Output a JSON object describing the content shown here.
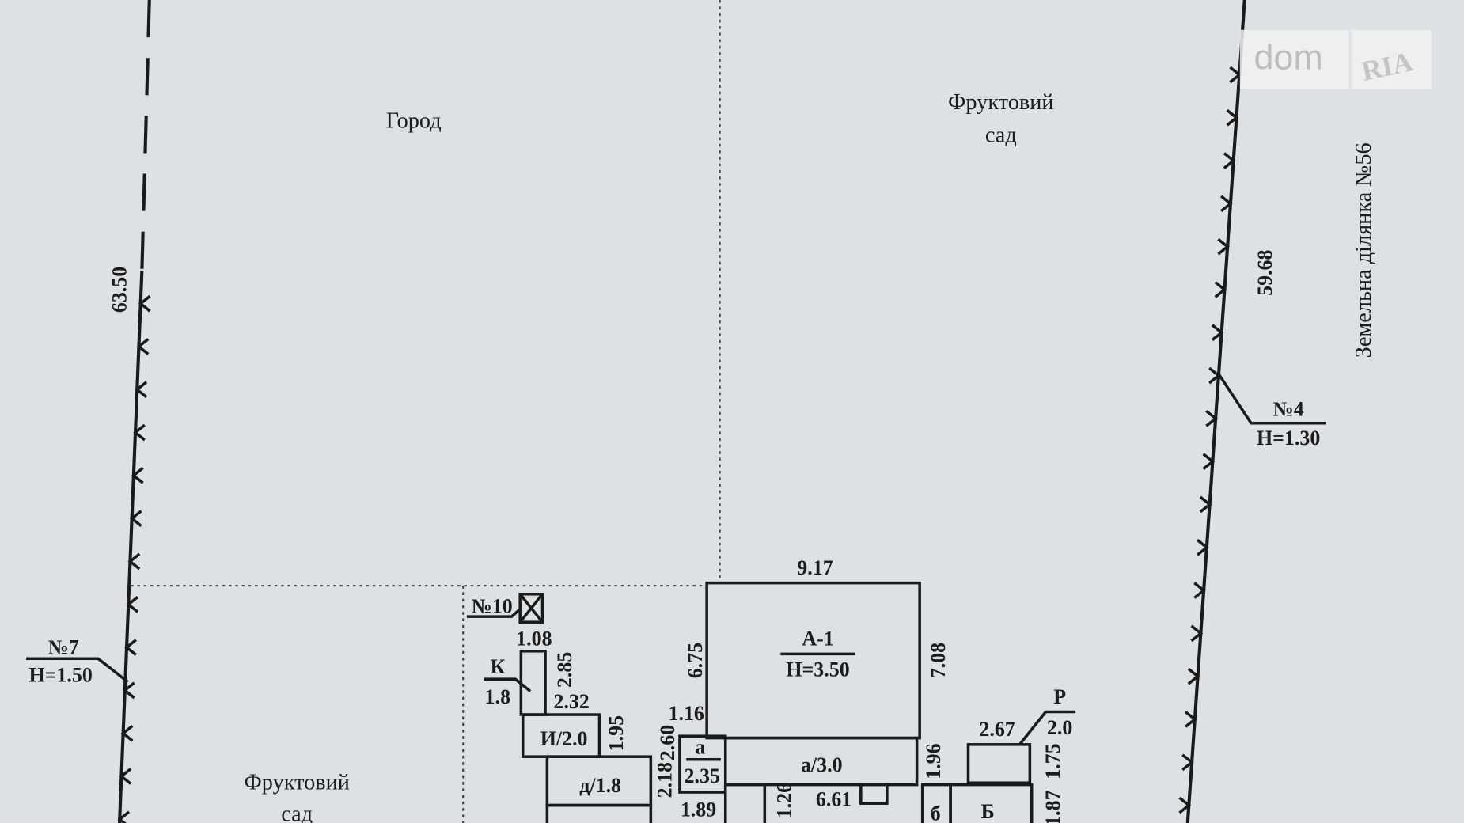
{
  "zones": {
    "garden_top_left": "Город",
    "orchard_top_line1": "Фруктовий",
    "orchard_top_line2": "сад",
    "orchard_bottom_line1": "Фруктовий",
    "orchard_bottom_line2": "сад"
  },
  "neighbor_plot": "Земельна ділянка №56",
  "boundaries": {
    "left_length": "63.50",
    "right_length": "59.68"
  },
  "markers": {
    "n4_label": "№4",
    "n4_height": "H=1.30",
    "n7_label": "№7",
    "n7_height": "H=1.50",
    "n10_label": "№10"
  },
  "buildings": {
    "a1": {
      "name": "А-1",
      "height": "H=3.50",
      "top": "9.17",
      "left": "6.75",
      "right": "7.08"
    },
    "a_ext": {
      "label": "а/3.0"
    },
    "a_small": {
      "label": "а",
      "value": "2.35",
      "top": "1.16",
      "side1": "2.60",
      "side2": "2.18"
    },
    "d": {
      "label": "д/1.8"
    },
    "i": {
      "label": "И/2.0",
      "side": "1.95"
    },
    "k": {
      "label": "К",
      "height": "1.8",
      "top": "1.08",
      "side": "2.85",
      "bottom": "2.32"
    },
    "b": {
      "label": "Б",
      "side": "1.87",
      "small": "б"
    },
    "r": {
      "label": "Р",
      "height": "2.0",
      "top": "2.67",
      "side": "1.75"
    },
    "misc": {
      "d196": "1.96",
      "d661": "6.61",
      "d126": "1.26",
      "d189": "1.89"
    }
  },
  "watermark": {
    "left": "dom",
    "right": "RIA"
  }
}
